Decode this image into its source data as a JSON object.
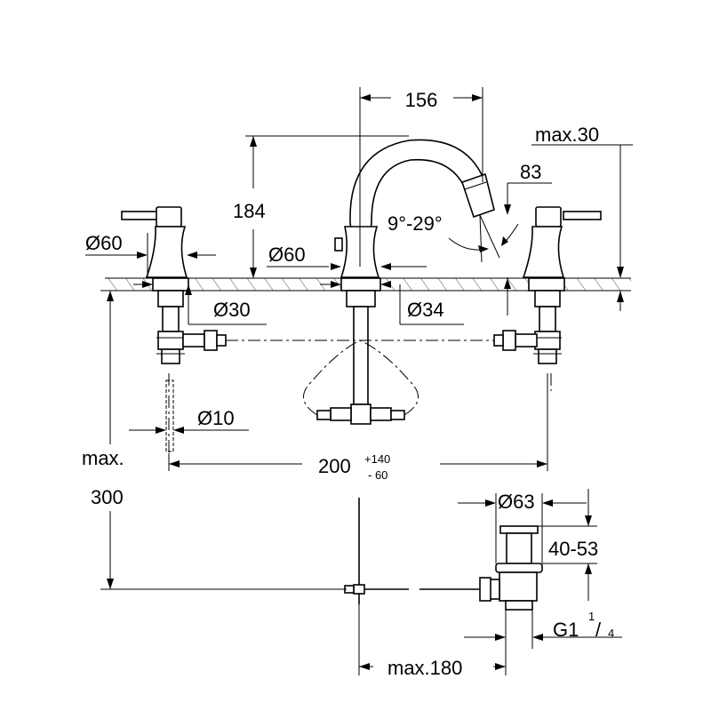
{
  "labels": {
    "width_156": "156",
    "max_30": "max.30",
    "spout_83": "83",
    "height_184": "184",
    "angle": "9°-29°",
    "handle_dia_left": "Ø60",
    "spout_base_dia": "Ø60",
    "hole_dia_30": "Ø30",
    "hole_dia_34": "Ø34",
    "rod_dia_10": "Ø10",
    "spread_200": "200",
    "tol_plus": "+140",
    "tol_minus": "- 60",
    "max_word": "max.",
    "max_300": "300",
    "waste_dia_63": "Ø63",
    "waste_range": "40-53",
    "thread_g": "G1",
    "thread_frac_num": "1",
    "thread_frac_den": "4",
    "max_180": "max.180"
  }
}
